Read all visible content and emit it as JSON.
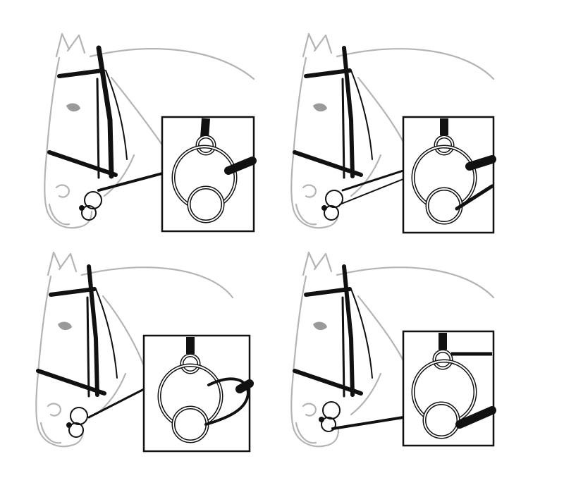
{
  "figure": {
    "panels": [
      {
        "id": "panel-1",
        "rein_variant": "single-rein-on-snaffle-ring"
      },
      {
        "id": "panel-2",
        "rein_variant": "double-rein-on-bradoon-and-curb"
      },
      {
        "id": "panel-3",
        "rein_variant": "looped-rein-rounding"
      },
      {
        "id": "panel-4",
        "rein_variant": "rein-on-lower-ring"
      }
    ],
    "colors": {
      "head_outline": "#b4b4b4",
      "leather": "#111111",
      "inset_frame": "#111111",
      "eye": "#9a9a9a"
    }
  }
}
